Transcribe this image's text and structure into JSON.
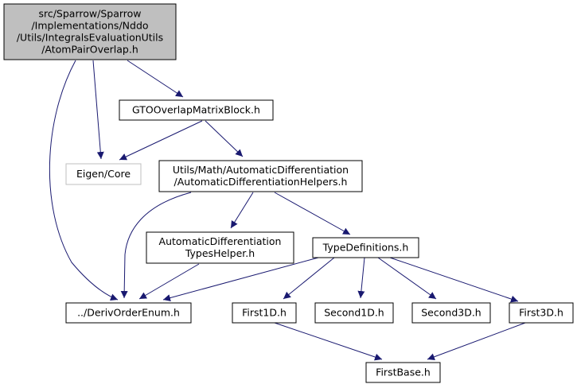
{
  "colors": {
    "edge": "#191970",
    "root_fill": "#bfbfbf",
    "node_border": "#000000",
    "external_border": "#bfbfbf",
    "text": "#000000"
  },
  "nodes": [
    {
      "id": "root",
      "lines": [
        "src/Sparrow/Sparrow",
        "/Implementations/Nddo",
        "/Utils/IntegralsEvaluationUtils",
        "/AtomPairOverlap.h"
      ],
      "style": "root"
    },
    {
      "id": "gto",
      "lines": [
        "GTOOverlapMatrixBlock.h"
      ],
      "style": "normal"
    },
    {
      "id": "eigen",
      "lines": [
        "Eigen/Core"
      ],
      "style": "external"
    },
    {
      "id": "adhelpers",
      "lines": [
        "Utils/Math/AutomaticDifferentiation",
        "/AutomaticDifferentiationHelpers.h"
      ],
      "style": "normal"
    },
    {
      "id": "adtypes",
      "lines": [
        "AutomaticDifferentiation",
        "TypesHelper.h"
      ],
      "style": "normal"
    },
    {
      "id": "typedefs",
      "lines": [
        "TypeDefinitions.h"
      ],
      "style": "normal"
    },
    {
      "id": "deriv",
      "lines": [
        "../DerivOrderEnum.h"
      ],
      "style": "normal"
    },
    {
      "id": "first1d",
      "lines": [
        "First1D.h"
      ],
      "style": "normal"
    },
    {
      "id": "second1d",
      "lines": [
        "Second1D.h"
      ],
      "style": "normal"
    },
    {
      "id": "second3d",
      "lines": [
        "Second3D.h"
      ],
      "style": "normal"
    },
    {
      "id": "first3d",
      "lines": [
        "First3D.h"
      ],
      "style": "normal"
    },
    {
      "id": "firstbase",
      "lines": [
        "FirstBase.h"
      ],
      "style": "normal"
    }
  ],
  "edges": [
    {
      "from": "root",
      "to": "gto"
    },
    {
      "from": "root",
      "to": "eigen"
    },
    {
      "from": "root",
      "to": "deriv"
    },
    {
      "from": "gto",
      "to": "eigen"
    },
    {
      "from": "gto",
      "to": "adhelpers"
    },
    {
      "from": "adhelpers",
      "to": "deriv"
    },
    {
      "from": "adhelpers",
      "to": "adtypes"
    },
    {
      "from": "adhelpers",
      "to": "typedefs"
    },
    {
      "from": "adtypes",
      "to": "deriv"
    },
    {
      "from": "typedefs",
      "to": "deriv"
    },
    {
      "from": "typedefs",
      "to": "first1d"
    },
    {
      "from": "typedefs",
      "to": "second1d"
    },
    {
      "from": "typedefs",
      "to": "second3d"
    },
    {
      "from": "typedefs",
      "to": "first3d"
    },
    {
      "from": "first1d",
      "to": "firstbase"
    },
    {
      "from": "first3d",
      "to": "firstbase"
    }
  ]
}
